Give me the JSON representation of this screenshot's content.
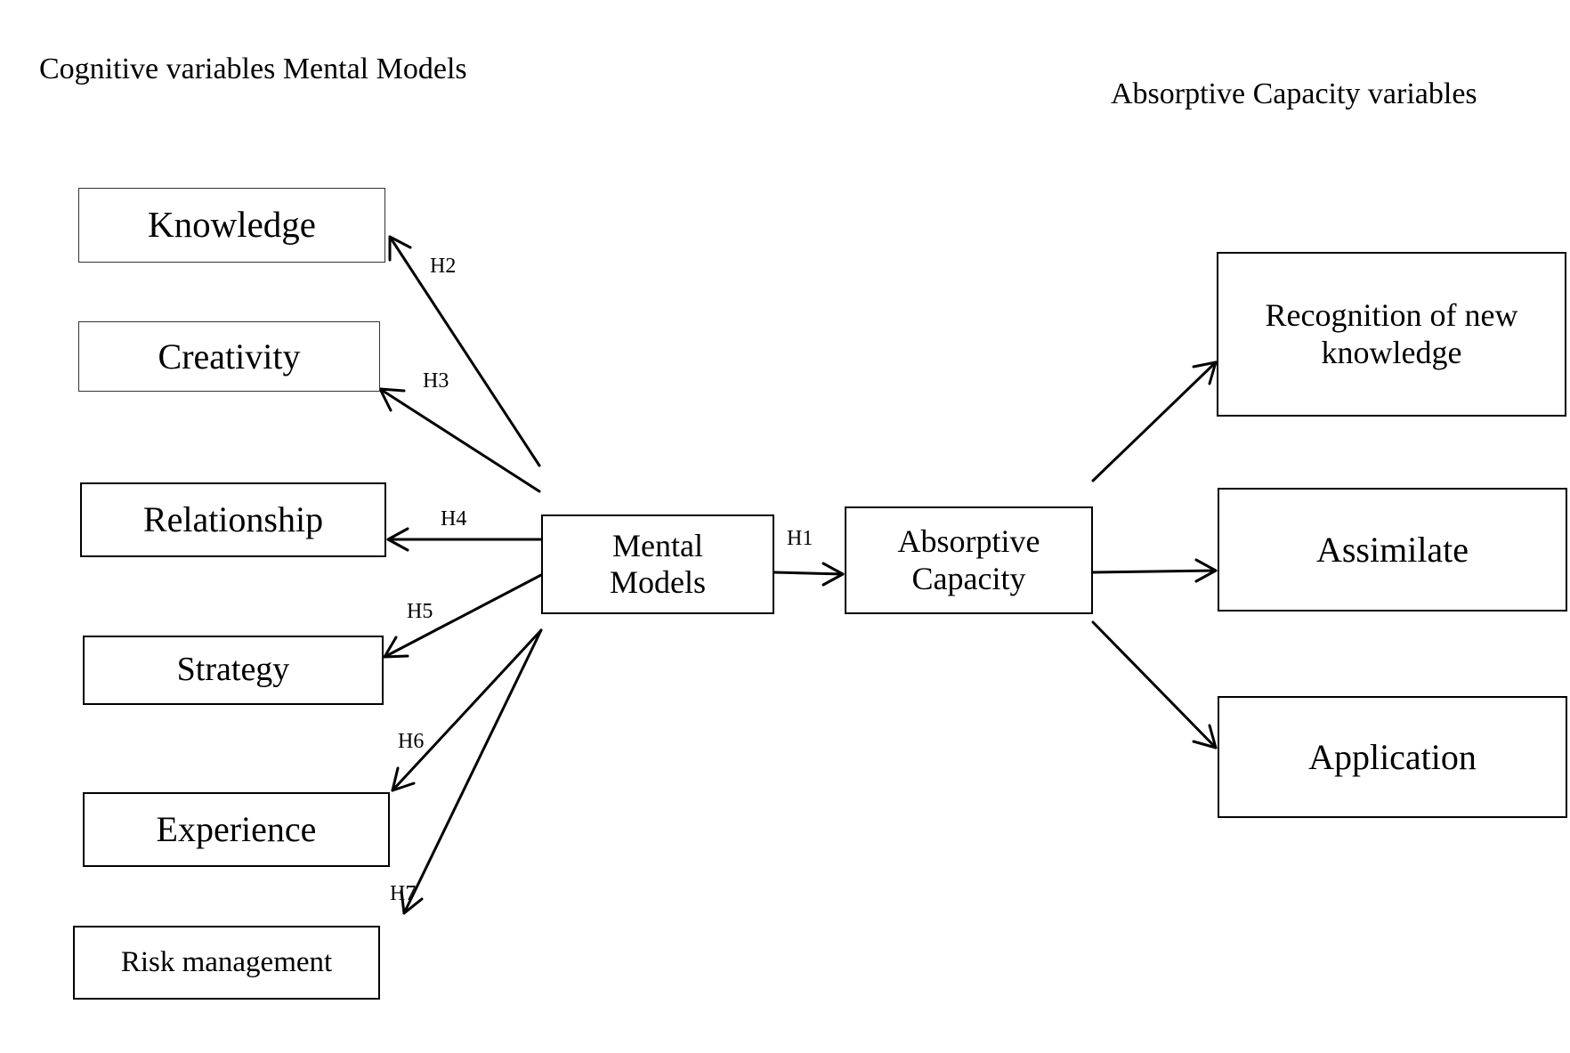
{
  "headings": {
    "left": "Cognitive variables Mental Models",
    "right": "Absorptive Capacity variables"
  },
  "cognitive_variables": {
    "knowledge": "Knowledge",
    "creativity": "Creativity",
    "relationship": "Relationship",
    "strategy": "Strategy",
    "experience": "Experience",
    "risk_management": "Risk management"
  },
  "center": {
    "mental_models": "Mental\nModels",
    "absorptive_capacity": "Absorptive\nCapacity"
  },
  "absorptive_variables": {
    "recognition": "Recognition of new\nknowledge",
    "assimilate": "Assimilate",
    "application": "Application"
  },
  "hypotheses": {
    "h1": "H1",
    "h2": "H2",
    "h3": "H3",
    "h4": "H4",
    "h5": "H5",
    "h6": "H6",
    "h7": "H7"
  }
}
